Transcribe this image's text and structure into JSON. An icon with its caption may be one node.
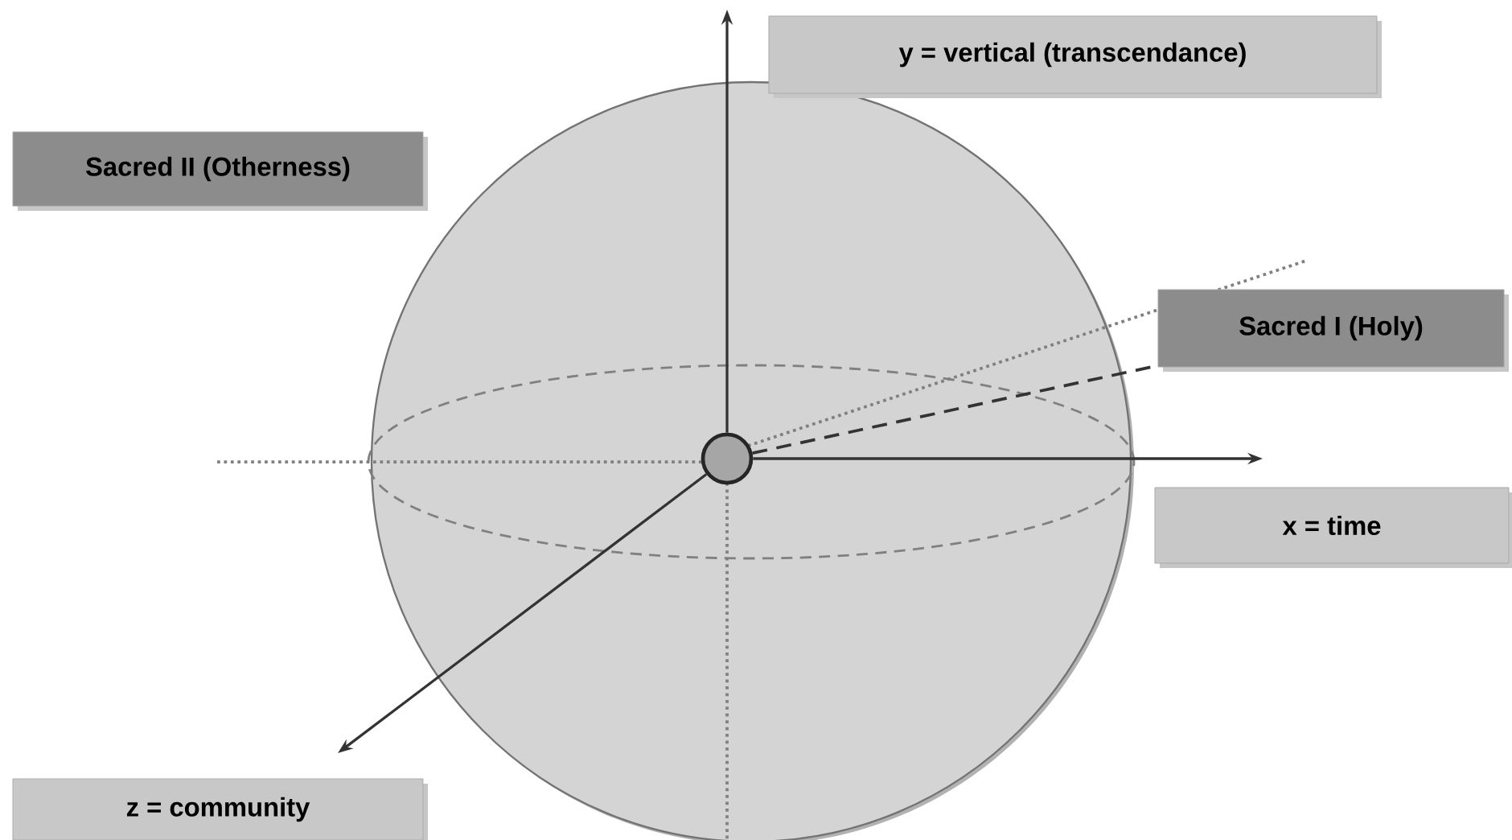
{
  "diagram": {
    "nodes": [
      {
        "text": [
          "y = vertical (transcendance)"
        ]
      },
      {
        "text": [
          "Sacred II (Otherness)"
        ]
      },
      {
        "text": [
          "Sacred I (Holy)"
        ]
      },
      {
        "text": [
          "x = time"
        ]
      },
      {
        "text": [
          "z = community"
        ]
      },
      {
        "text": [],
        "shape": "circle"
      }
    ],
    "edges": [
      {
        "from": 5,
        "to": null,
        "arrow": "to"
      },
      {
        "from": 5,
        "to": null,
        "arrow": "to"
      },
      {
        "from": 5,
        "to": null,
        "arrow": "to"
      },
      {
        "from": 5,
        "to": 2,
        "arrow": "none",
        "style": "dashed"
      }
    ]
  }
}
